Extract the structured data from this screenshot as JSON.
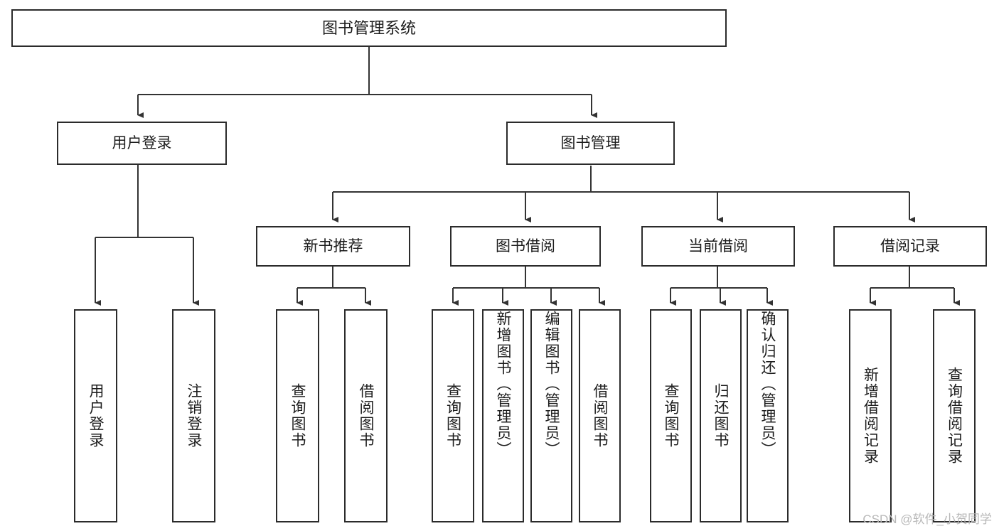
{
  "diagram": {
    "title": "图书管理系统",
    "type": "tree-hierarchy",
    "watermark": "CSDN @软件_小贺同学",
    "colors": {
      "border": "#2b2b2b",
      "text": "#1c1c1c",
      "background": "#ffffff",
      "connector": "#333333",
      "watermark": "#b8b8b8"
    },
    "root": {
      "label": "图书管理系统"
    },
    "level1": [
      {
        "label": "用户登录"
      },
      {
        "label": "图书管理"
      }
    ],
    "level2": [
      {
        "label": "新书推荐"
      },
      {
        "label": "图书借阅"
      },
      {
        "label": "当前借阅"
      },
      {
        "label": "借阅记录"
      }
    ],
    "leaves": {
      "user_login": [
        {
          "label": "用户登录"
        },
        {
          "label": "注销登录"
        }
      ],
      "new_book_recommend": [
        {
          "label": "查询图书"
        },
        {
          "label": "借阅图书"
        }
      ],
      "book_borrow": [
        {
          "label": "查询图书"
        },
        {
          "label": "新增图书（管理员）"
        },
        {
          "label": "编辑图书（管理员）"
        },
        {
          "label": "借阅图书"
        }
      ],
      "current_borrow": [
        {
          "label": "查询图书"
        },
        {
          "label": "归还图书"
        },
        {
          "label": "确认归还（管理员）"
        }
      ],
      "borrow_record": [
        {
          "label": "新增借阅记录"
        },
        {
          "label": "查询借阅记录"
        }
      ]
    }
  }
}
